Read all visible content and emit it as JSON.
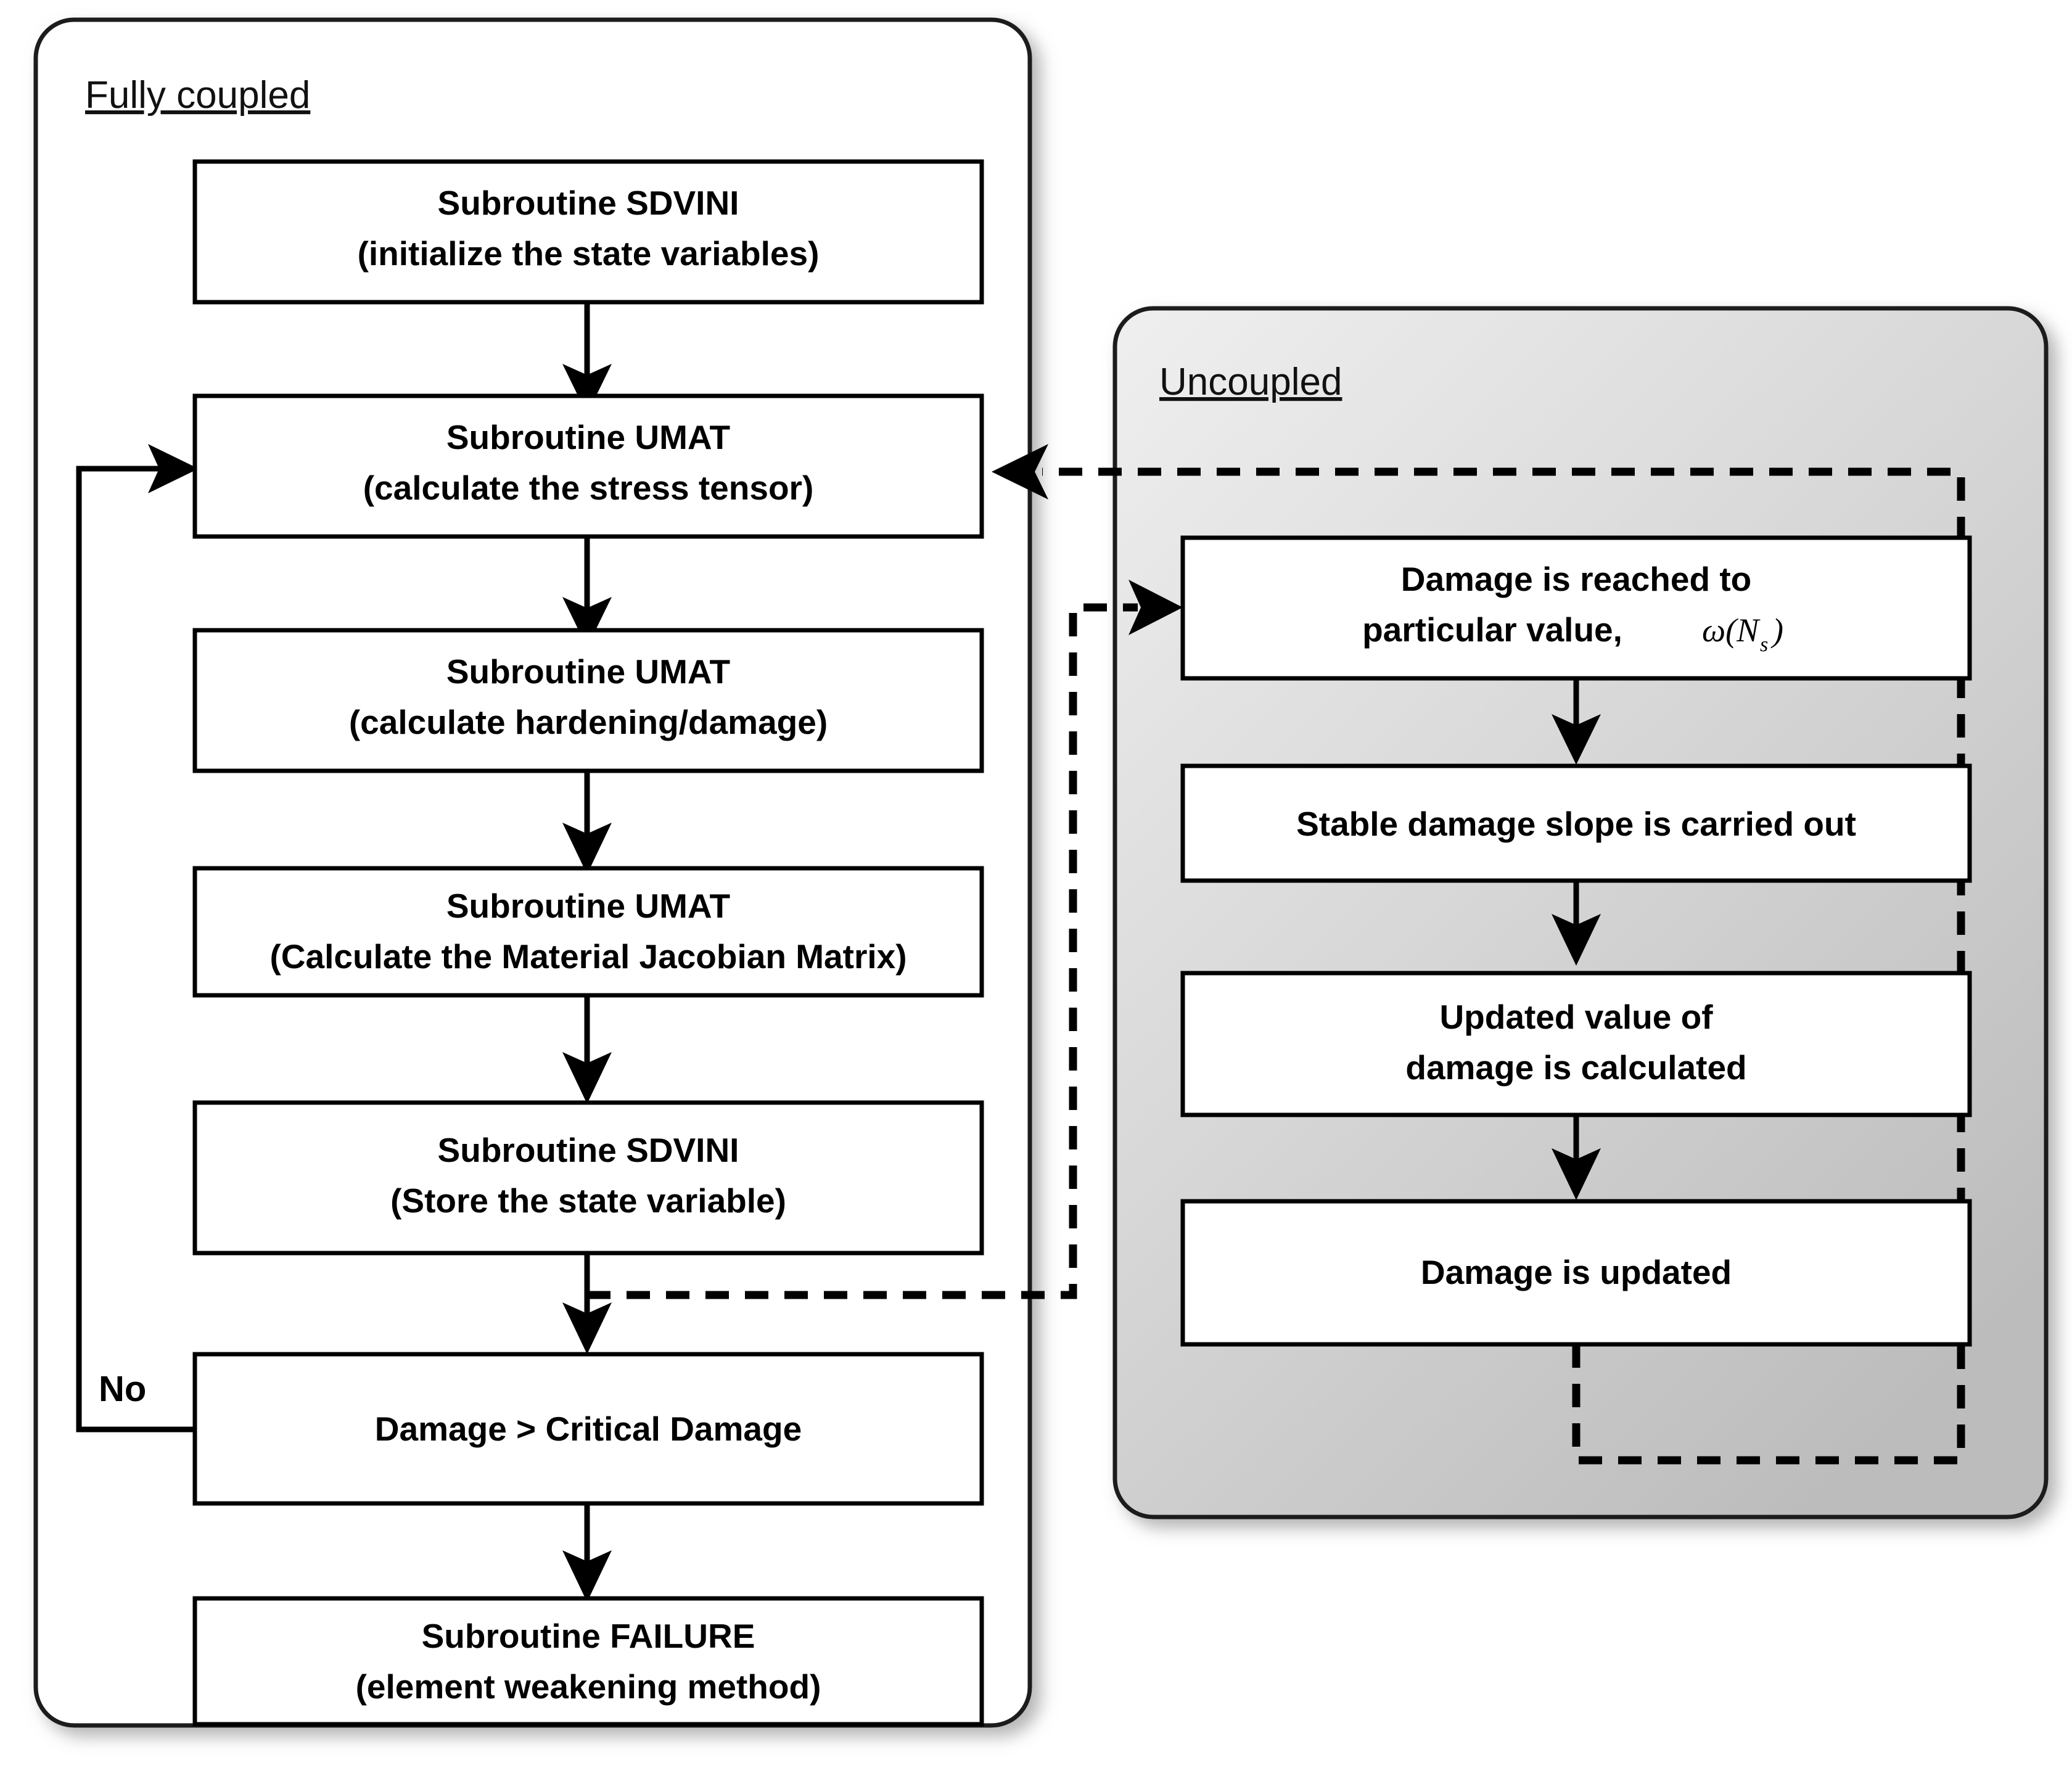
{
  "diagram": {
    "type": "flowchart",
    "title": "",
    "panels": [
      {
        "id": "fully-coupled",
        "label": "Fully coupled",
        "background": "#ffffff",
        "border": "#222222"
      },
      {
        "id": "uncoupled",
        "label": "Uncoupled",
        "background_start": "#ececec",
        "background_end": "#bcbcbc",
        "border": "#222222"
      }
    ],
    "left_column": {
      "panel_label": "Fully coupled",
      "nodes": [
        {
          "id": "sdvini-init",
          "line1": "Subroutine SDVINI",
          "line2": "(initialize the state variables)"
        },
        {
          "id": "umat-stress",
          "line1": "Subroutine UMAT",
          "line2": "(calculate the stress tensor)"
        },
        {
          "id": "umat-harden",
          "line1": "Subroutine UMAT",
          "line2": "(calculate hardening/damage)"
        },
        {
          "id": "umat-jacobian",
          "line1": "Subroutine UMAT",
          "line2": "(Calculate the Material Jacobian Matrix)"
        },
        {
          "id": "sdvini-store",
          "line1": "Subroutine SDVINI",
          "line2": "(Store the state variable)"
        },
        {
          "id": "damage-check",
          "line1": "Damage > Critical Damage",
          "line2": ""
        },
        {
          "id": "failure",
          "line1": "Subroutine FAILURE",
          "line2": "(element weakening method)"
        }
      ],
      "edge_labels": [
        {
          "id": "no-branch",
          "label": "No"
        }
      ]
    },
    "right_column": {
      "panel_label": "Uncoupled",
      "nodes": [
        {
          "id": "damage-reached",
          "line1": "Damage is reached to",
          "line2": "particular value,",
          "math_symbol": "ω(N",
          "math_sub": "s",
          "math_close": ")"
        },
        {
          "id": "stable-slope",
          "line1": "Stable damage slope is carried out",
          "line2": ""
        },
        {
          "id": "updated-value",
          "line1": "Updated value of",
          "line2": "damage is calculated"
        },
        {
          "id": "damage-updated",
          "line1": "Damage is updated",
          "line2": ""
        }
      ]
    },
    "connections": [
      {
        "id": "c1",
        "from": "sdvini-init",
        "to": "umat-stress",
        "style": "solid"
      },
      {
        "id": "c2",
        "from": "umat-stress",
        "to": "umat-harden",
        "style": "solid"
      },
      {
        "id": "c3",
        "from": "umat-harden",
        "to": "umat-jacobian",
        "style": "solid"
      },
      {
        "id": "c4",
        "from": "umat-jacobian",
        "to": "sdvini-store",
        "style": "solid"
      },
      {
        "id": "c5",
        "from": "sdvini-store",
        "to": "damage-check",
        "style": "solid"
      },
      {
        "id": "c6",
        "from": "damage-check",
        "to": "failure",
        "style": "solid"
      },
      {
        "id": "c7",
        "from": "damage-check",
        "to": "umat-stress",
        "style": "solid",
        "label": "No"
      },
      {
        "id": "c8",
        "from": "sdvini-store",
        "to": "damage-reached",
        "style": "dashed"
      },
      {
        "id": "c9",
        "from": "damage-reached",
        "to": "stable-slope",
        "style": "solid"
      },
      {
        "id": "c10",
        "from": "stable-slope",
        "to": "updated-value",
        "style": "solid"
      },
      {
        "id": "c11",
        "from": "updated-value",
        "to": "damage-updated",
        "style": "solid"
      },
      {
        "id": "c12",
        "from": "damage-updated",
        "to": "umat-stress",
        "style": "dashed"
      }
    ]
  }
}
